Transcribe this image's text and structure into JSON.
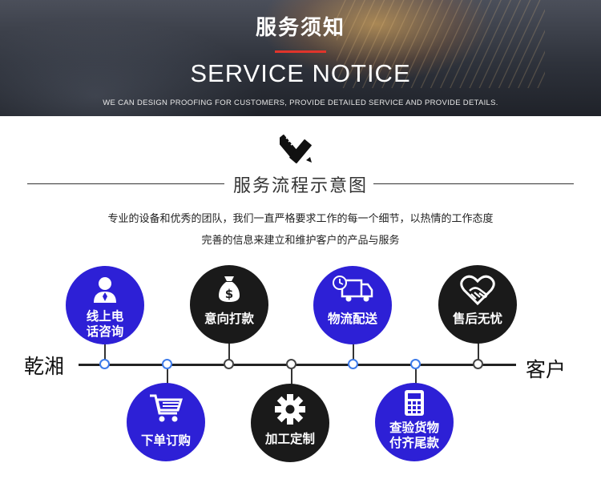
{
  "banner": {
    "title_cn": "服务须知",
    "title_en": "SERVICE NOTICE",
    "subtitle": "WE CAN DESIGN PROOFING FOR CUSTOMERS, PROVIDE DETAILED SERVICE AND PROVIDE DETAILS."
  },
  "section": {
    "icon": "pencil-ruler-icon",
    "title": "服务流程示意图",
    "desc_line1": "专业的设备和优秀的团队，我们一直严格要求工作的每一个细节，以热情的工作态度",
    "desc_line2": "完善的信息来建立和维护客户的产品与服务"
  },
  "flow": {
    "start_label": "乾湘",
    "end_label": "客户",
    "steps": [
      {
        "line1": "线上电",
        "line2": "话咨询",
        "icon": "customer-service-icon",
        "color": "#2d20d6"
      },
      {
        "line1": "下单订购",
        "line2": "",
        "icon": "shopping-cart-icon",
        "color": "#2d20d6"
      },
      {
        "line1": "意向打款",
        "line2": "",
        "icon": "money-bag-icon",
        "color": "#1a1a1a"
      },
      {
        "line1": "加工定制",
        "line2": "",
        "icon": "gear-icon",
        "color": "#1a1a1a"
      },
      {
        "line1": "物流配送",
        "line2": "",
        "icon": "delivery-truck-icon",
        "color": "#2d20d6"
      },
      {
        "line1": "查验货物",
        "line2": "付齐尾款",
        "icon": "calculator-icon",
        "color": "#2d20d6"
      },
      {
        "line1": "售后无忧",
        "line2": "",
        "icon": "handshake-heart-icon",
        "color": "#1a1a1a"
      }
    ]
  }
}
